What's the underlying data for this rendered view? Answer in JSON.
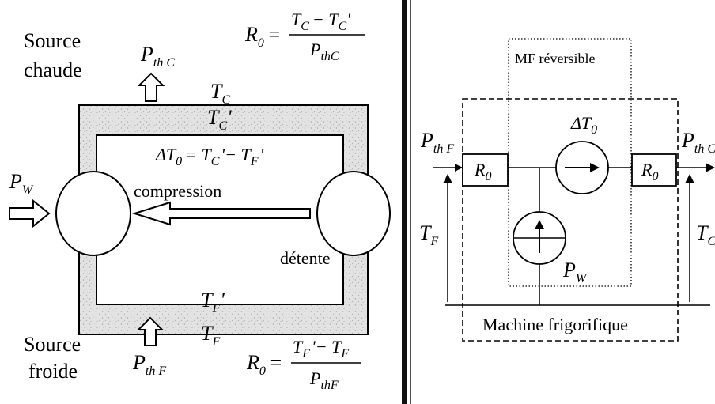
{
  "left": {
    "source_hot": [
      "Source",
      "chaude"
    ],
    "source_cold": [
      "Source",
      "froide"
    ],
    "p_th_c": {
      "main": "P",
      "sub": "th C"
    },
    "p_th_f": {
      "main": "P",
      "sub": "th F"
    },
    "p_w": {
      "main": "P",
      "sub": "W"
    },
    "t_c": {
      "main": "T",
      "sub": "C"
    },
    "t_c_prime": {
      "main": "T",
      "sub": "C",
      "prime": "'"
    },
    "t_f": {
      "main": "T",
      "sub": "F"
    },
    "t_f_prime": {
      "main": "T",
      "sub": "F",
      "prime": "'"
    },
    "delta_eq": {
      "lhs": "ΔT",
      "lhs_sub": "0",
      "rhs": "= T",
      "rhs_sub1": "C",
      "mid": "'− T",
      "rhs_sub2": "F",
      "end": "'"
    },
    "compression": "compression",
    "detente": "détente",
    "r0_top": {
      "lhs": "R",
      "lhs_sub": "0",
      "eq": "=",
      "num": "T",
      "num_sub1": "C",
      "num_mid": "− T",
      "num_sub2": "C",
      "num_end": "'",
      "den": "P",
      "den_sub": "thC"
    },
    "r0_bottom": {
      "lhs": "R",
      "lhs_sub": "0",
      "eq": "=",
      "num": "T",
      "num_sub1": "F",
      "num_mid": "'− T",
      "num_sub2": "F",
      "num_end": "",
      "den": "P",
      "den_sub": "thF"
    }
  },
  "right": {
    "mf_label": "MF réversible",
    "machine_label": "Machine frigorifique",
    "delta_t0": {
      "main": "ΔT",
      "sub": "0"
    },
    "r0_left": {
      "main": "R",
      "sub": "0"
    },
    "r0_right": {
      "main": "R",
      "sub": "0"
    },
    "p_th_f": {
      "main": "P",
      "sub": "th F"
    },
    "p_th_c": {
      "main": "P",
      "sub": "th C"
    },
    "t_f": {
      "main": "T",
      "sub": "F"
    },
    "t_c": {
      "main": "T",
      "sub": "C"
    },
    "p_w": {
      "main": "P",
      "sub": "W"
    }
  }
}
